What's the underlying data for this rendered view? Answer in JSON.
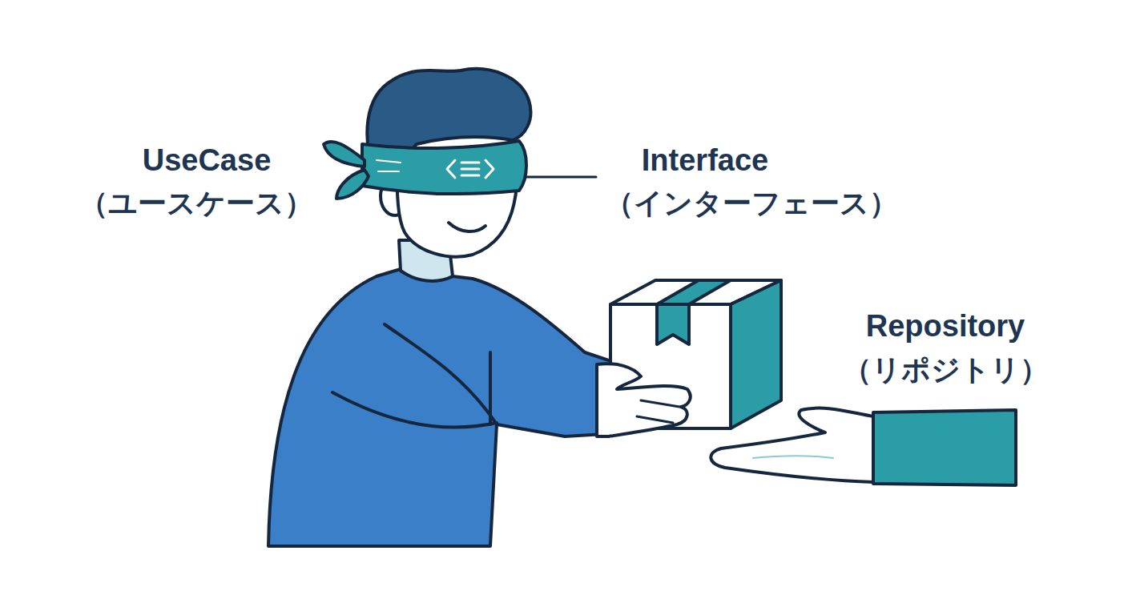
{
  "diagram": {
    "labels": [
      "UseCase",
      "（ユースケース）",
      "Interface",
      "（インターフェース）",
      "Repository",
      "（リポジトリ）"
    ]
  }
}
